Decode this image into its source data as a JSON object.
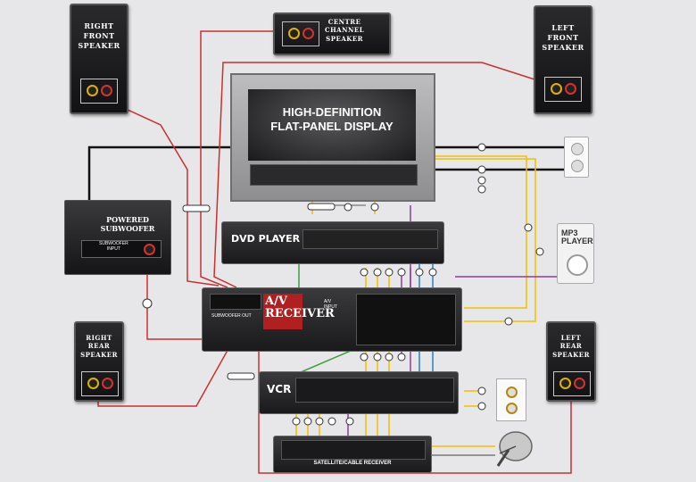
{
  "speakers": {
    "right_front": "RIGHT\nFRONT\nSPEAKER",
    "centre": "CENTRE\nCHANNEL\nSPEAKER",
    "left_front": "LEFT\nFRONT\nSPEAKER",
    "right_rear": "RIGHT\nREAR\nSPEAKER",
    "left_rear": "LEFT\nREAR\nSPEAKER"
  },
  "display": {
    "line1": "HIGH-DEFINITION",
    "line2": "FLAT-PANEL DISPLAY"
  },
  "subwoofer": {
    "name": "POWERED\nSUBWOOFER",
    "input": "SUBWOOFER\nINPUT"
  },
  "dvd": {
    "name": "DVD PLAYER"
  },
  "receiver": {
    "name": "A/V\nRECEIVER",
    "sub_label": "A/V\nINPUT",
    "sub_out": "SUBWOOFER OUT"
  },
  "vcr": {
    "name": "VCR"
  },
  "satellite": {
    "name": "SATELLITE/CABLE RECEIVER"
  },
  "mp3": {
    "label": "MP3\nPLAYER"
  },
  "colors": {
    "background": "#e7e7e9",
    "speaker_wire": "#d03030",
    "video_wire": "#f0c000",
    "audio_wire": "#8a3fa0",
    "digital_wire": "#2f7ec0",
    "power_wire": "#111111"
  }
}
